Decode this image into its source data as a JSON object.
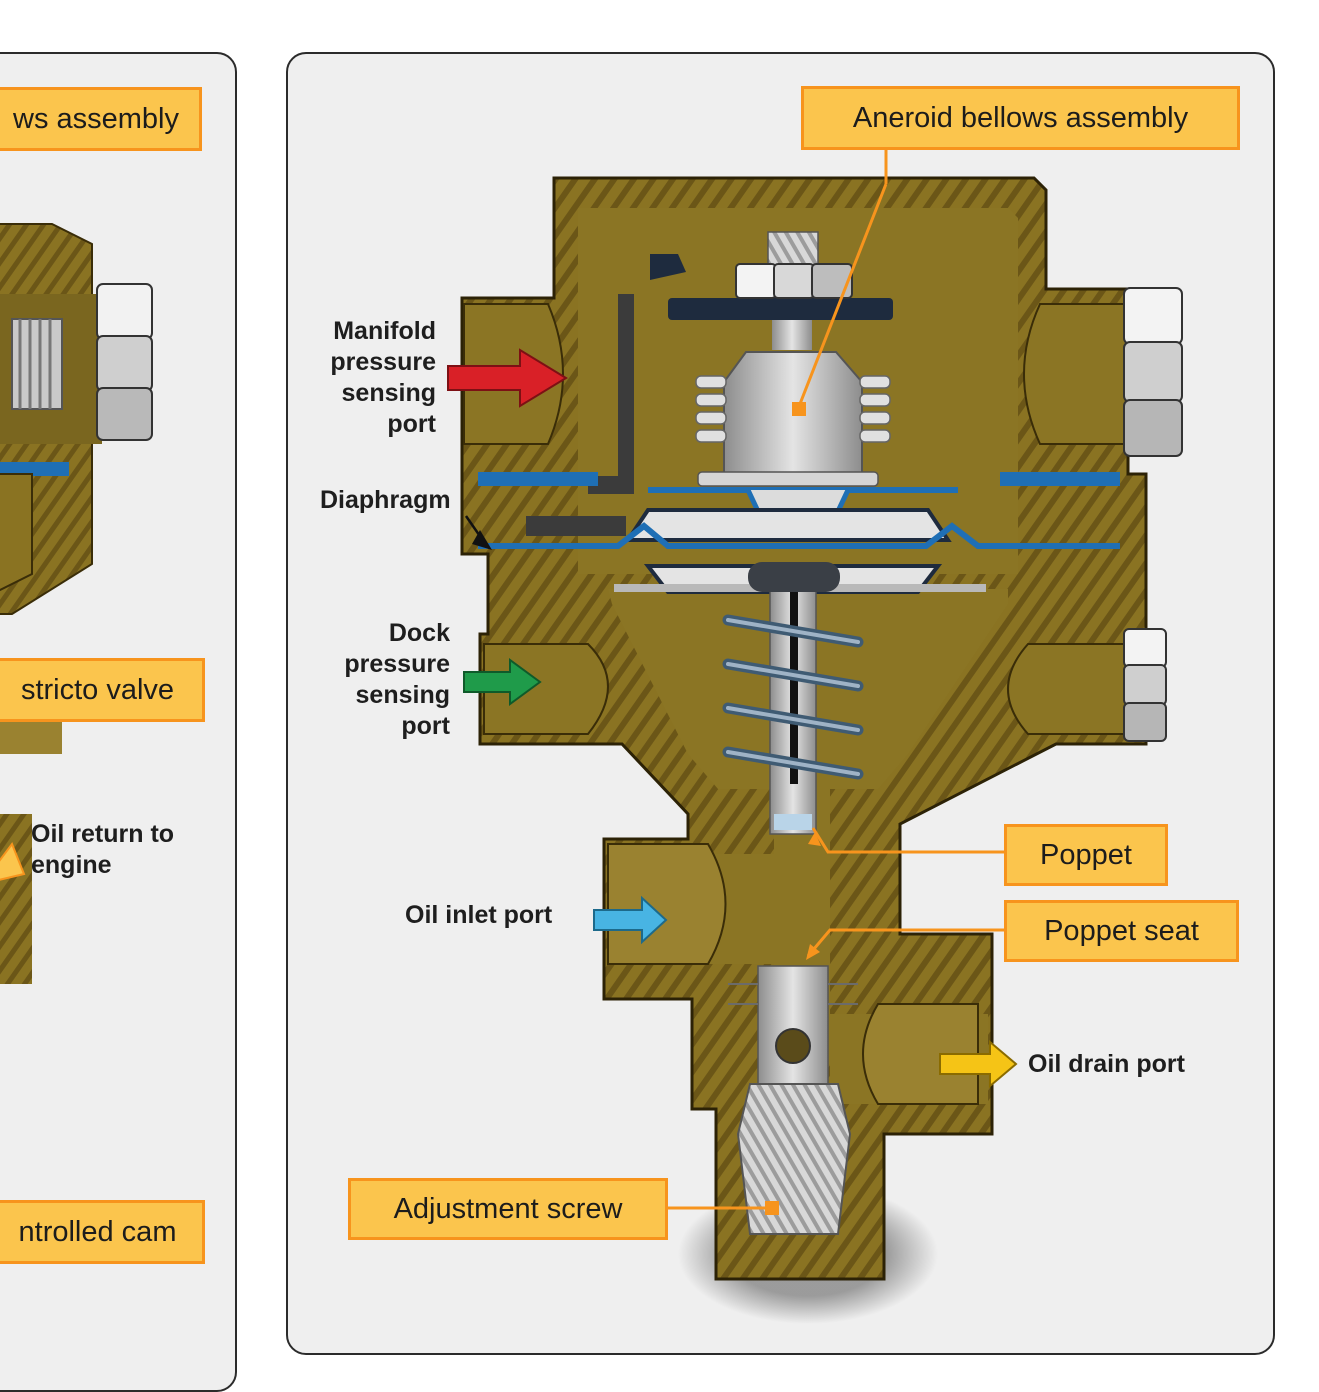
{
  "left_panel": {
    "callouts": {
      "bellows": "ws assembly",
      "restrictor": "stricto valve",
      "cam": "ntrolled cam"
    },
    "labels": {
      "oil_return": "Oil return to\nengine"
    }
  },
  "right_panel": {
    "callouts": {
      "aneroid": "Aneroid bellows assembly",
      "poppet": "Poppet",
      "poppet_seat": "Poppet seat",
      "adjustment_screw": "Adjustment screw"
    },
    "labels": {
      "manifold_port": "Manifold\npressure\nsensing\nport",
      "diaphragm": "Diaphragm",
      "deck_port": "Dock\npressure\nsensing\nport",
      "oil_inlet": "Oil inlet port",
      "oil_drain": "Oil drain port"
    }
  },
  "colors": {
    "body": "#8a7322",
    "body_dark": "#5e4a12",
    "callout_fill": "#fbc54d",
    "callout_border": "#f7941d",
    "diaphragm": "#1f6fb5",
    "arrow_manifold": "#d92027",
    "arrow_deck": "#1f9b4a",
    "arrow_inlet": "#48b4e3",
    "arrow_drain": "#f5c416"
  }
}
